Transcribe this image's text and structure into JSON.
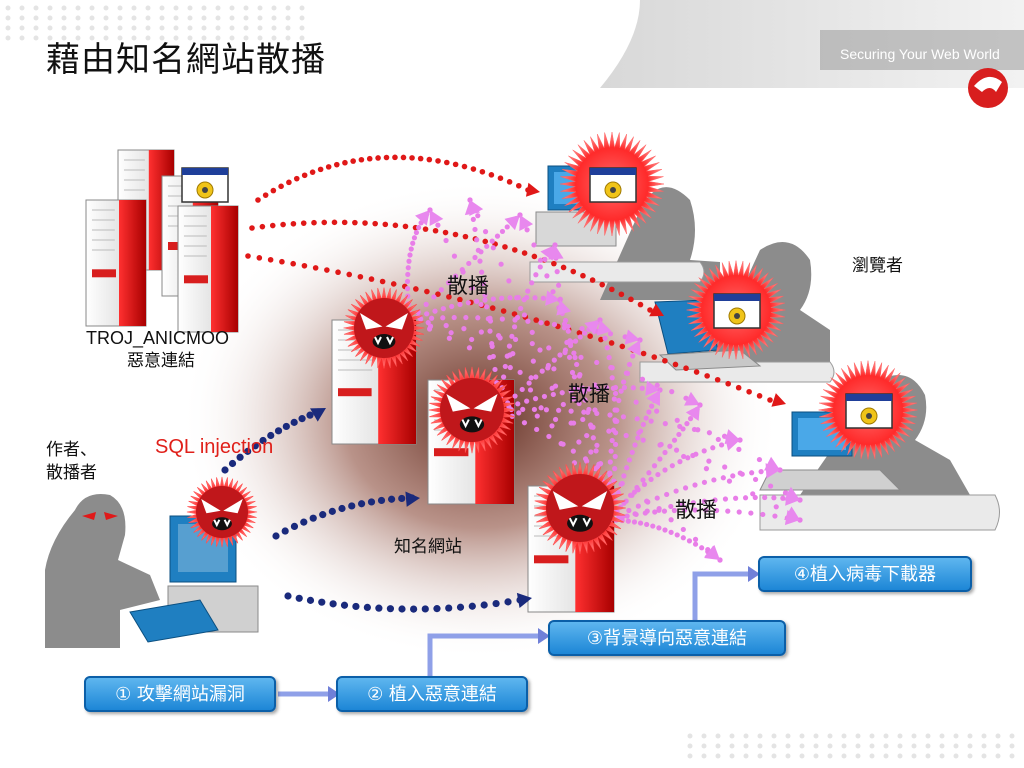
{
  "slide": {
    "title": "藉由知名網站散播",
    "brand": "Securing Your Web World"
  },
  "labels": {
    "troj_name": "TROJ_ANICMOO",
    "troj_desc": "惡意連結",
    "author": "作者、",
    "author2": "散播者",
    "sql": "SQL injection",
    "site": "知名網站",
    "browser": "瀏覽者",
    "spread": "散播"
  },
  "steps": [
    "① 攻擊網站漏洞",
    "② 植入惡意連結",
    "③背景導向惡意連結",
    "④植入病毒下載器"
  ],
  "colors": {
    "accent_red": "#d81e1e",
    "step_blue": "#1d86d6",
    "attack_dots": "#1a2a7c",
    "spread_dots": "#e87ee8",
    "link_dots": "#e01818"
  }
}
